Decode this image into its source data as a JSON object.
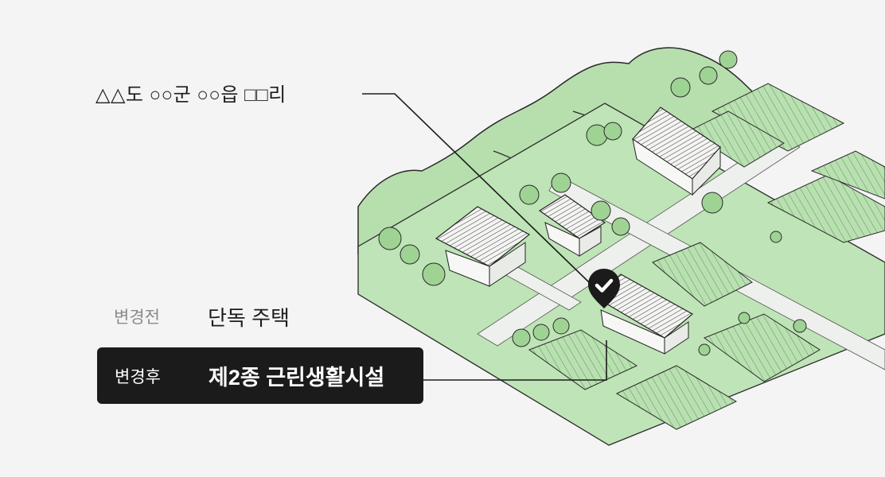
{
  "callout": {
    "address": "△△도 ○○군 ○○읍 □□리"
  },
  "change": {
    "before_label": "변경전",
    "before_value": "단독 주택",
    "after_label": "변경후",
    "after_value": "제2종 근린생활시설"
  },
  "marker": {
    "icon": "check-icon",
    "color": "#1b1b1b"
  },
  "colors": {
    "background": "#f3f4f3",
    "land_green": "#a9d8a0",
    "land_light": "#cdeac6",
    "field_green": "#b5dfad",
    "road": "#eef0ee",
    "ink": "#2a2a2a",
    "after_box": "#1b1b1b"
  }
}
